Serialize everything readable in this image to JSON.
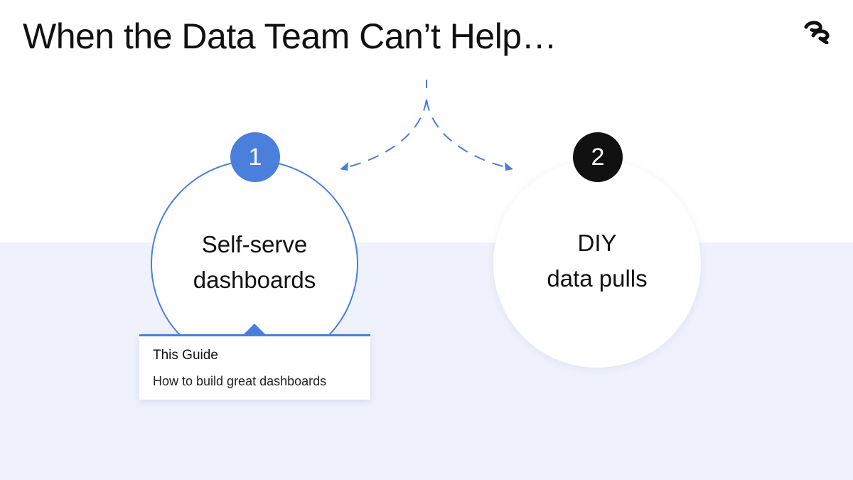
{
  "slide": {
    "title": "When the Data Team Can’t Help…",
    "logo_icon": "brand-logo-icon"
  },
  "options": [
    {
      "number": "1",
      "label_line1": "Self-serve",
      "label_line2": "dashboards",
      "badge_color": "#4a7fdc"
    },
    {
      "number": "2",
      "label_line1": "DIY",
      "label_line2": "data pulls",
      "badge_color": "#111111"
    }
  ],
  "guide": {
    "title": "This Guide",
    "subtitle": "How to build great dashboards"
  },
  "colors": {
    "accent": "#4a7fdc",
    "band_background": "#eff2fd",
    "text": "#111111"
  }
}
